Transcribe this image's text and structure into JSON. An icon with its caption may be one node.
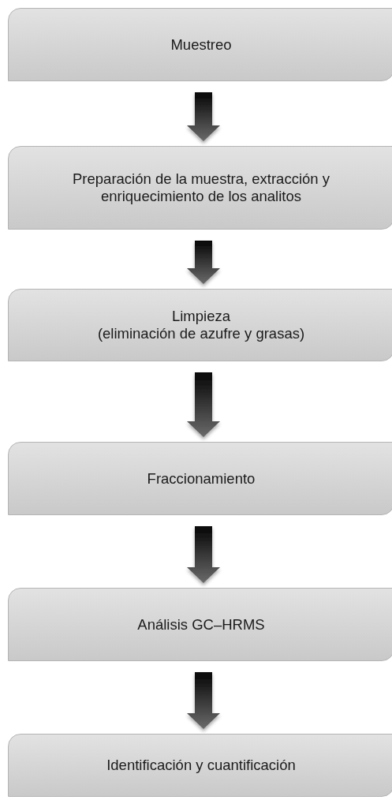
{
  "diagram": {
    "nodes": [
      {
        "text": [
          "Muestreo"
        ]
      },
      {
        "text": [
          "Preparación de la muestra, extracción y enriquecimiento de los analitos"
        ]
      },
      {
        "text": [
          "Limpieza",
          "(eliminación de azufre y grasas)"
        ]
      },
      {
        "text": [
          "Fraccionamiento"
        ]
      },
      {
        "text": [
          "Análisis GC–HRMS"
        ]
      },
      {
        "text": [
          "Identificación y cuantificación"
        ]
      }
    ],
    "edges": [
      {
        "from": 0,
        "to": 1,
        "arrow": "to"
      },
      {
        "from": 1,
        "to": 2,
        "arrow": "to"
      },
      {
        "from": 2,
        "to": 3,
        "arrow": "to"
      },
      {
        "from": 3,
        "to": 4,
        "arrow": "to"
      },
      {
        "from": 4,
        "to": 5,
        "arrow": "to"
      }
    ]
  }
}
